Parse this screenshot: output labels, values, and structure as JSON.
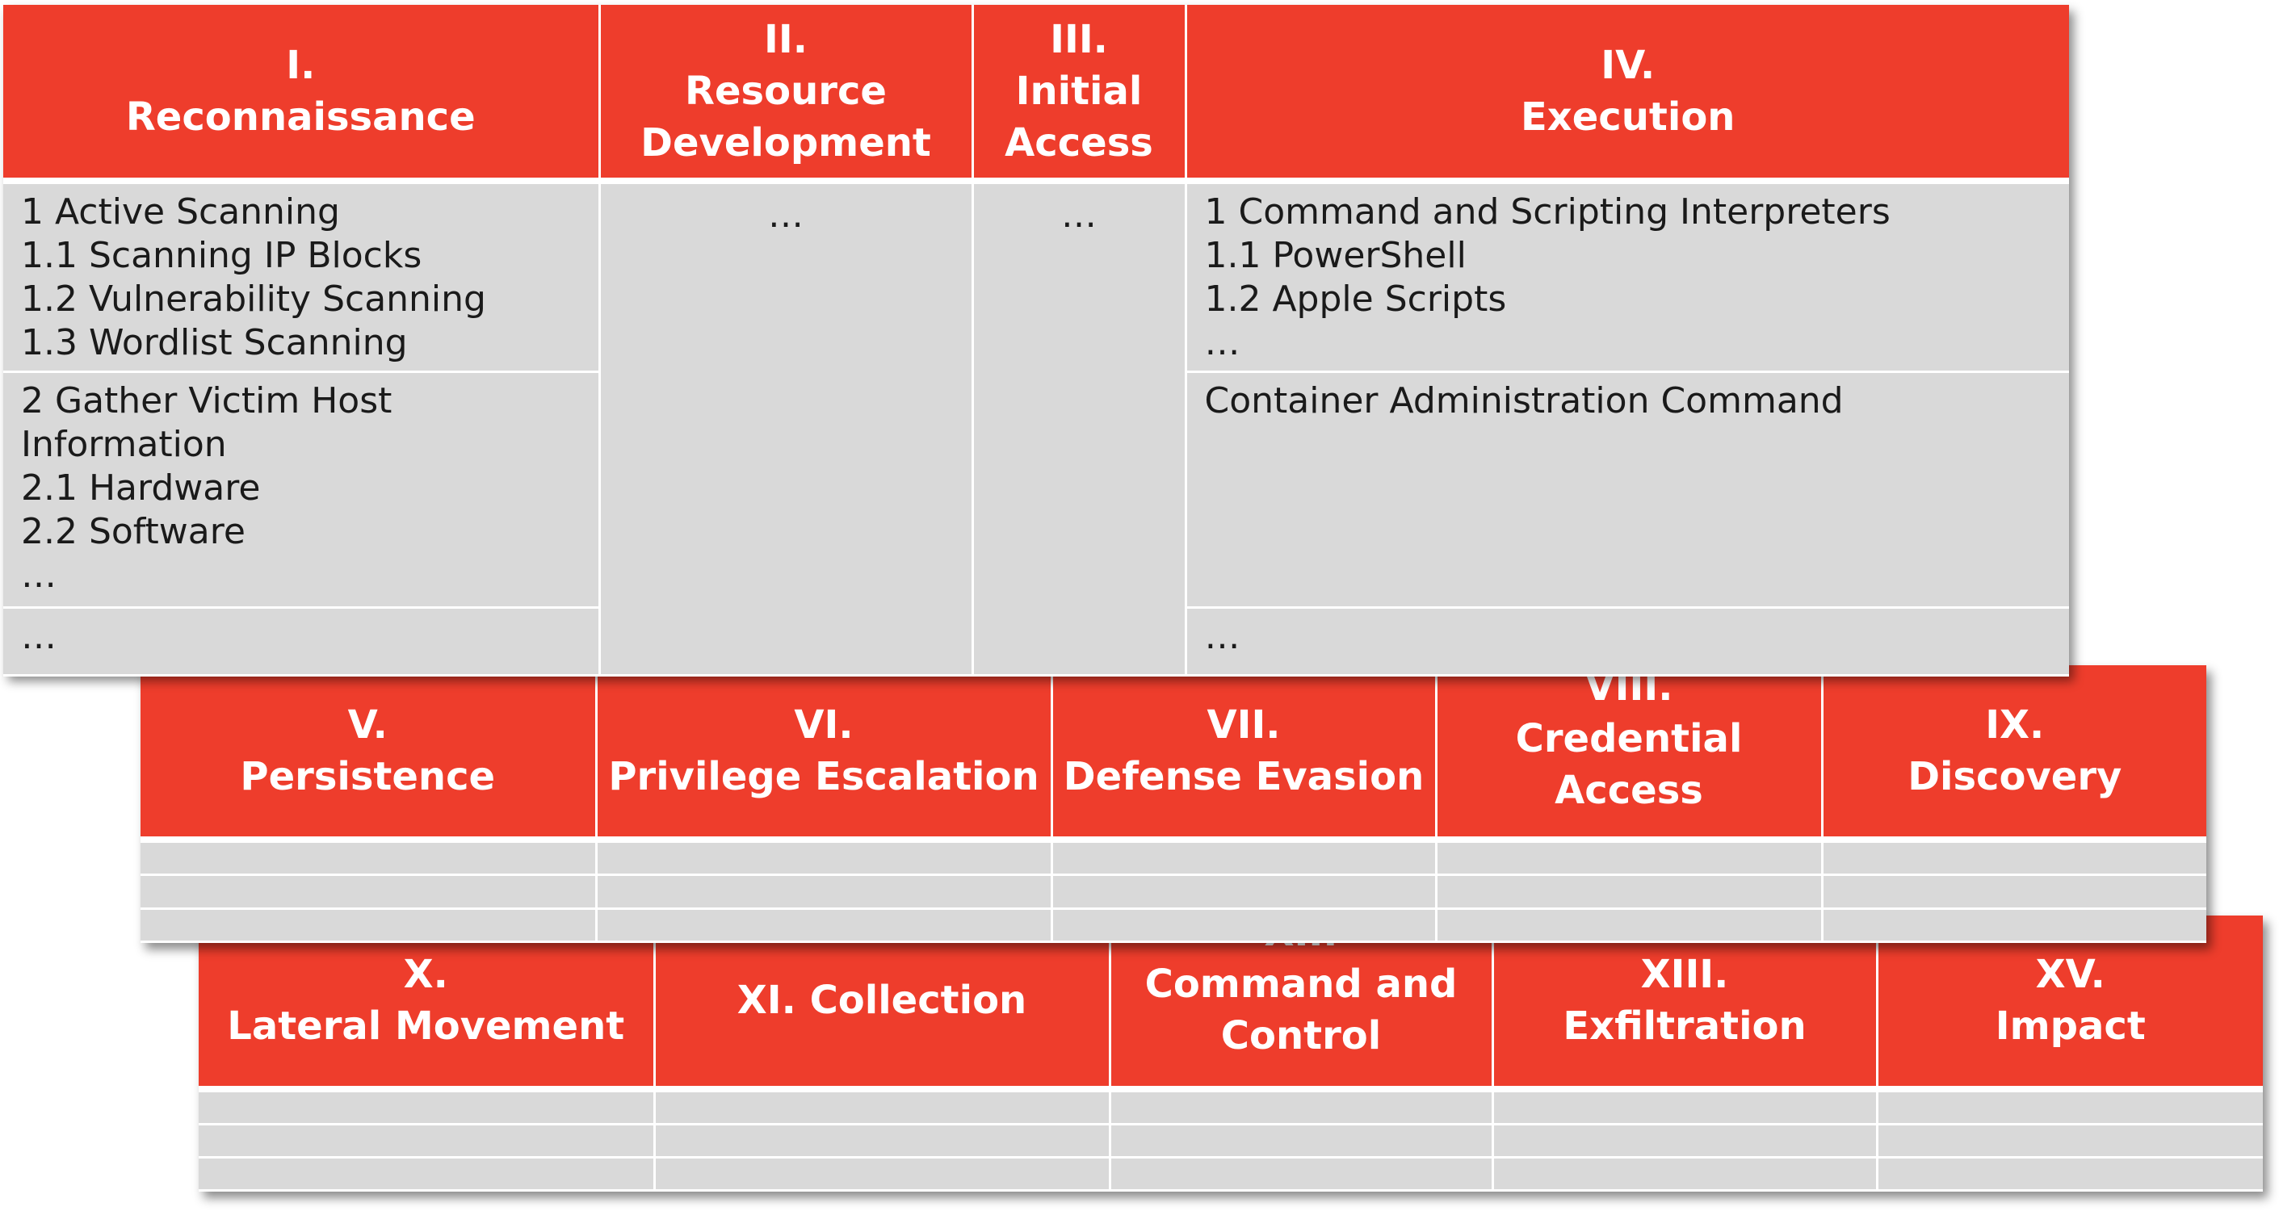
{
  "board1": {
    "headers": [
      {
        "num": "I.",
        "name": "Reconnaissance"
      },
      {
        "num": "II.",
        "name": "Resource Development"
      },
      {
        "num": "III.",
        "name": "Initial Access"
      },
      {
        "num": "IV.",
        "name": "Execution"
      }
    ],
    "reconnaissance": {
      "cell1": [
        "1 Active Scanning",
        "1.1 Scanning IP Blocks",
        "1.2 Vulnerability Scanning",
        "1.3 Wordlist Scanning"
      ],
      "cell2": [
        "2 Gather Victim Host Information",
        "2.1 Hardware",
        "2.2 Software",
        "…"
      ],
      "cell3": [
        "…"
      ]
    },
    "resource_development": {
      "cell1": "…"
    },
    "initial_access": {
      "cell1": "…"
    },
    "execution": {
      "cell1": [
        "1 Command and Scripting Interpreters",
        "1.1 PowerShell",
        "1.2 Apple Scripts",
        "…"
      ],
      "cell2": [
        "Container Administration Command"
      ],
      "cell3": [
        "…"
      ]
    }
  },
  "board2": {
    "headers": [
      {
        "num": "V.",
        "name": "Persistence"
      },
      {
        "num": "VI.",
        "name": "Privilege Escalation"
      },
      {
        "num": "VII.",
        "name": "Defense Evasion"
      },
      {
        "num": "VIII.",
        "name": "Credential Access"
      },
      {
        "num": "IX.",
        "name": "Discovery"
      }
    ]
  },
  "board3": {
    "headers": [
      {
        "num": "X.",
        "name": "Lateral Movement"
      },
      {
        "num": "",
        "name": "XI. Collection"
      },
      {
        "num": "XII.",
        "name": "Command and Control"
      },
      {
        "num": "XIII.",
        "name": "Exfiltration"
      },
      {
        "num": "XV.",
        "name": "Impact"
      }
    ]
  },
  "colors": {
    "header_red": "#ee3d2c",
    "cell_gray": "#d9d9d9",
    "divider": "#ffffff"
  }
}
